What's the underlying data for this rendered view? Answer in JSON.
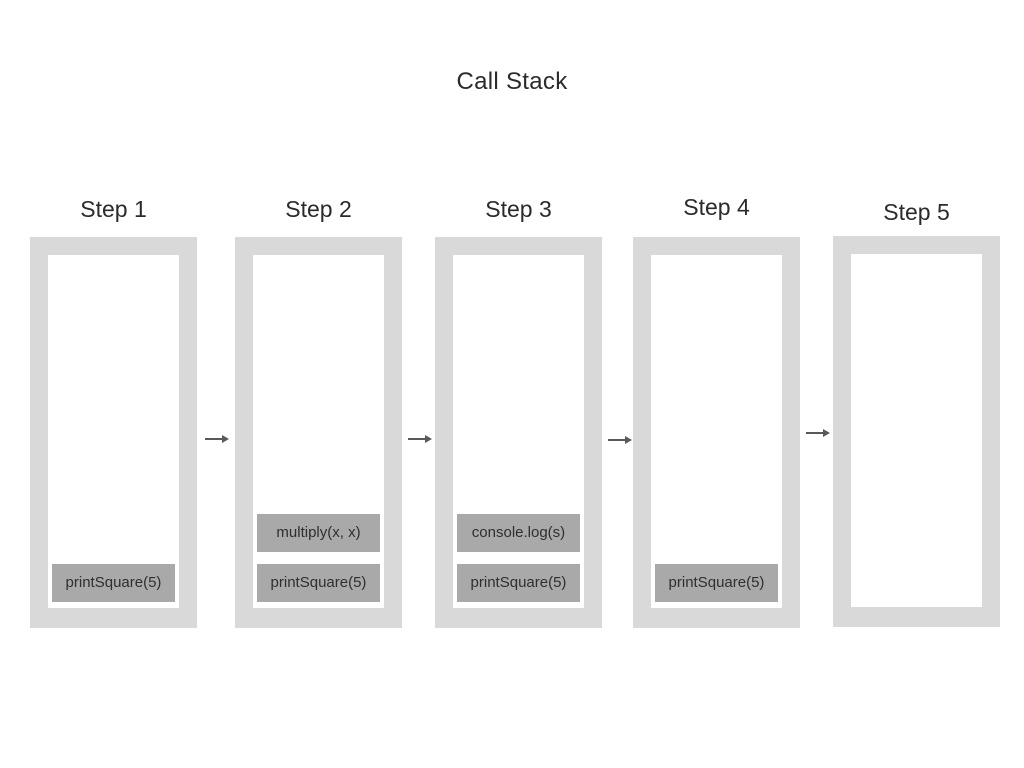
{
  "title": "Call Stack",
  "steps": [
    {
      "label": "Step 1",
      "stack": [
        "printSquare(5)"
      ]
    },
    {
      "label": "Step 2",
      "stack": [
        "multiply(x, x)",
        "printSquare(5)"
      ]
    },
    {
      "label": "Step 3",
      "stack": [
        "console.log(s)",
        "printSquare(5)"
      ]
    },
    {
      "label": "Step 4",
      "stack": [
        "printSquare(5)"
      ]
    },
    {
      "label": "Step 5",
      "stack": []
    }
  ],
  "icons": {
    "step_transition_arrow": "right-arrow"
  },
  "colors": {
    "background": "#ffffff",
    "frame_gray": "#d9d9d9",
    "stack_item_gray": "#a9a9a9",
    "text_dark": "#2b2b2b",
    "arrow_gray": "#595959"
  }
}
